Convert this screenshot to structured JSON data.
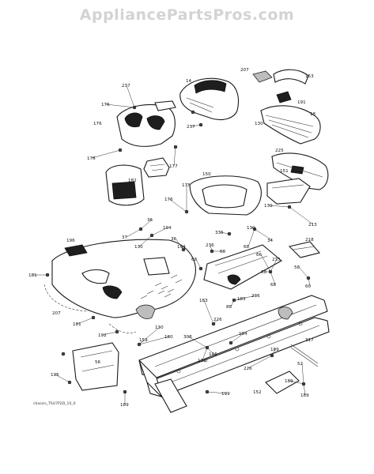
{
  "watermark": "AppliancePartsPros.com",
  "footer_code": "chassis_TSU7P2D_10_0",
  "callouts": [
    "237",
    "14",
    "207",
    "153",
    "176",
    "191",
    "237",
    "130",
    "18",
    "176",
    "176",
    "225",
    "177",
    "150",
    "151",
    "175",
    "182",
    "176",
    "139",
    "130",
    "196",
    "37",
    "36",
    "194",
    "36",
    "130",
    "335",
    "213",
    "218",
    "34",
    "236",
    "60",
    "194",
    "68",
    "66",
    "235",
    "181",
    "68",
    "58",
    "68",
    "68",
    "236",
    "183",
    "88",
    "183",
    "60",
    "207",
    "130",
    "226",
    "181",
    "192",
    "180",
    "308",
    "194",
    "317",
    "125",
    "146",
    "159",
    "189",
    "52",
    "195",
    "56",
    "226",
    "189",
    "199",
    "152",
    "189",
    "189"
  ]
}
